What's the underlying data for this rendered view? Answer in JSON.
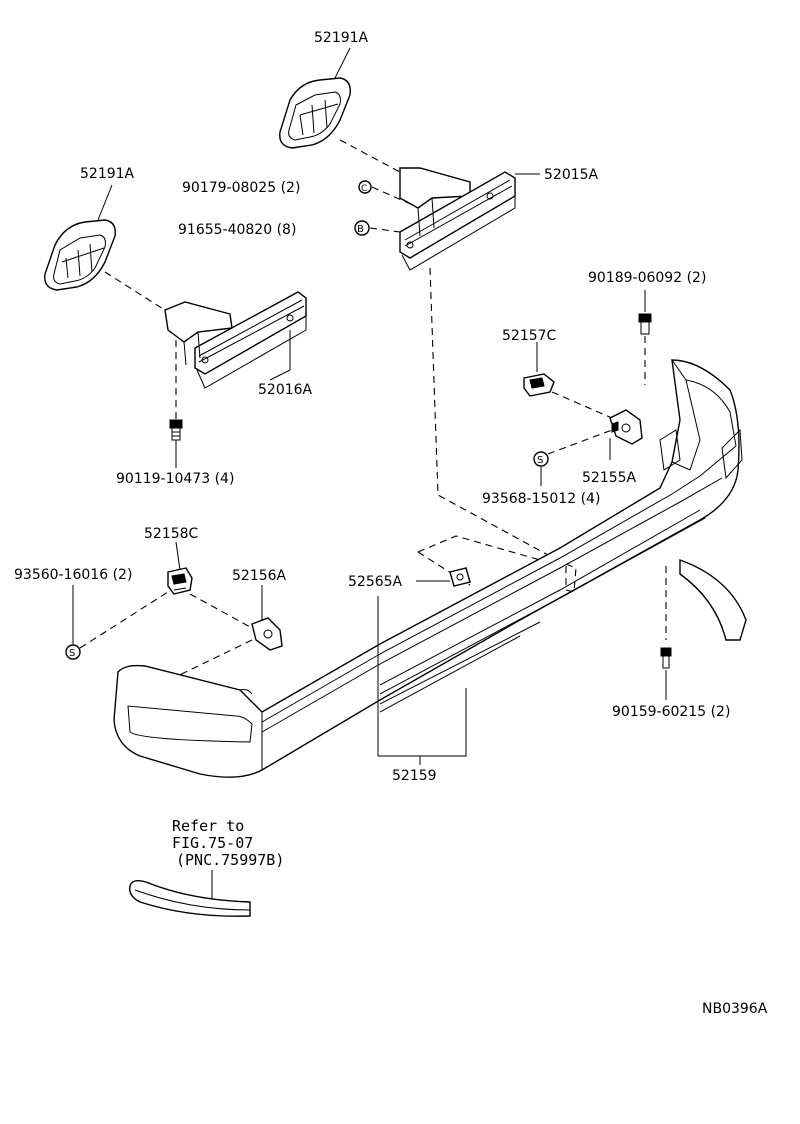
{
  "callouts": {
    "p52191A_top": "52191A",
    "p52191A_left": "52191A",
    "p52015A": "52015A",
    "p52016A": "52016A",
    "p90179": "90179-08025 (2)",
    "p91655": "91655-40820 (8)",
    "p90119": "90119-10473 (4)",
    "p90189": "90189-06092 (2)",
    "p52157C": "52157C",
    "p52155A": "52155A",
    "p93568": "93568-15012 (4)",
    "p52158C": "52158C",
    "p93560": "93560-16016 (2)",
    "p52156A": "52156A",
    "p52565A": "52565A",
    "p90159": "90159-60215 (2)",
    "p52159": "52159"
  },
  "symbols": {
    "nut_letter": "C",
    "bolt_letter": "B",
    "screw_letter": "S"
  },
  "refer_note": {
    "line1": "Refer to",
    "line2": "FIG.75-07",
    "line3": "(PNC.75997B)"
  },
  "drawing_id": "NB0396A"
}
